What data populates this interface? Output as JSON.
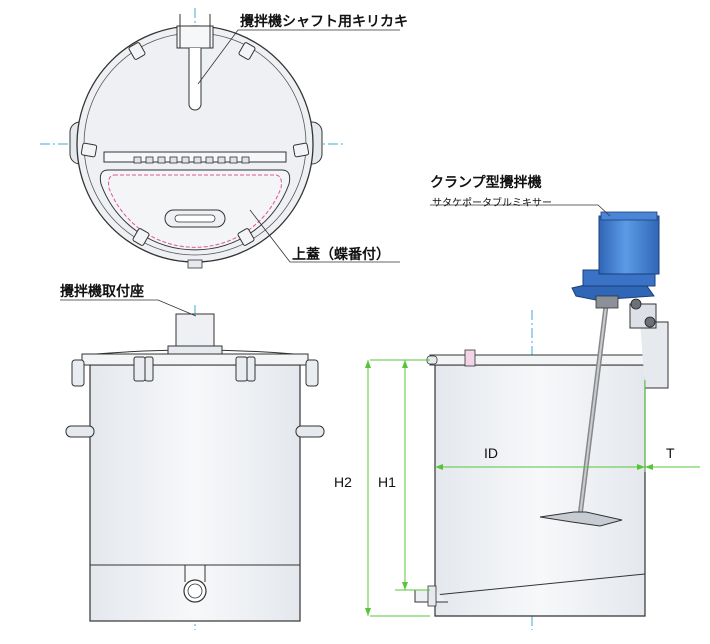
{
  "labels": {
    "shaft_notch": "攪拌機シャフト用キリカキ",
    "lid": "上蓋（蝶番付）",
    "mount_seat": "攪拌機取付座",
    "clamp_mixer": "クランプ型攪拌機",
    "clamp_mixer_sub": "サタケポータブルミキサー"
  },
  "dimensions": {
    "id": "ID",
    "t": "T",
    "h1": "H1",
    "h2": "H2"
  },
  "colors": {
    "tank_fill": "#eef0f3",
    "tank_stroke": "#333333",
    "center_line": "#3fa9d6",
    "dim_line": "#57c43a",
    "motor_blue": "#3f7fd1",
    "gasket_pink": "#e0559a"
  }
}
